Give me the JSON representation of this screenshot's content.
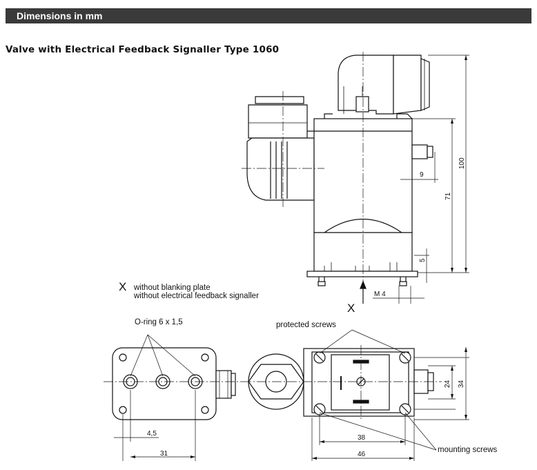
{
  "header": {
    "title": "Dimensions in mm"
  },
  "subtitle": "Valve with Electrical Feedback Signaller Type 1060",
  "labels": {
    "x_mark": "X",
    "x_note_1": "without blanking plate",
    "x_note_2": "without electrical feedback signaller",
    "oring": "O-ring 6 x 1,5",
    "protected_screws": "protected screws",
    "mounting_screws": "mounting screws",
    "x_arrow": "X"
  },
  "dimensions": {
    "d100": "100",
    "d71": "71",
    "d9": "9",
    "d5": "5",
    "m4": "M 4",
    "d4_5": "4,5",
    "d31": "31",
    "d38": "38",
    "d46": "46",
    "d24": "24",
    "d34": "34"
  },
  "colors": {
    "header_bg": "#3a3a3a",
    "header_text": "#ffffff",
    "line": "#111111"
  }
}
